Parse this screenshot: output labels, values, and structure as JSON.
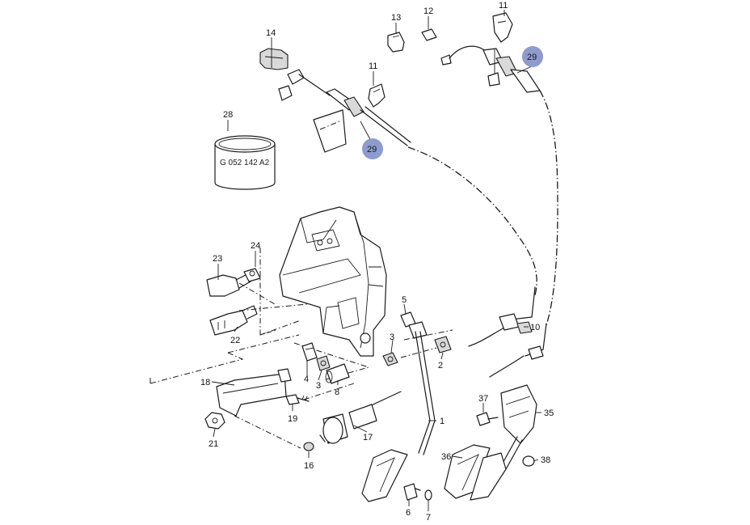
{
  "labels": {
    "p1": "1",
    "p2": "2",
    "p3a": "3",
    "p3b": "3",
    "p4": "4",
    "p5": "5",
    "p6": "6",
    "p7": "7",
    "p8": "8",
    "p10": "10",
    "p11a": "11",
    "p11b": "11",
    "p12": "12",
    "p13": "13",
    "p14": "14",
    "p16": "16",
    "p17": "17",
    "p18": "18",
    "p19": "19",
    "p21": "21",
    "p22": "22",
    "p23": "23",
    "p24": "24",
    "p28": "28",
    "p29a": "29",
    "p29b": "29",
    "p35": "35",
    "p36": "36",
    "p37": "37",
    "p38": "38"
  },
  "part_marking": "G 052 142 A2",
  "colors": {
    "badge": "#8e9bce",
    "line": "#1a1a1a",
    "background": "#ffffff"
  }
}
